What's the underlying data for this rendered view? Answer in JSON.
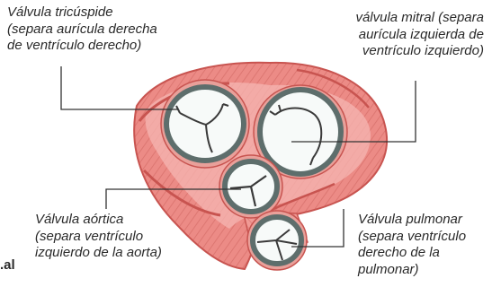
{
  "labels": {
    "tricuspid": [
      "Válvula tricúspide",
      "(separa aurícula derecha",
      "de ventrículo derecho)"
    ],
    "mitral": [
      "válvula mitral (separa",
      "aurícula izquierda de",
      "ventrículo izquierdo)"
    ],
    "aortic": [
      "Válvula aórtica",
      "(separa ventrículo",
      "izquierdo de la aorta)"
    ],
    "pulmonary": [
      "Válvula pulmonar",
      "(separa ventrículo",
      "derecho de la",
      "pulmonar)"
    ]
  },
  "cut_text": "al.",
  "colors": {
    "muscle": "#ec8b86",
    "muscle_dark": "#c85450",
    "muscle_light": "#f6b6b1",
    "valve_ring": "#5e6e6c",
    "valve_inner": "#f7faf9",
    "leader_line": "#333333"
  }
}
